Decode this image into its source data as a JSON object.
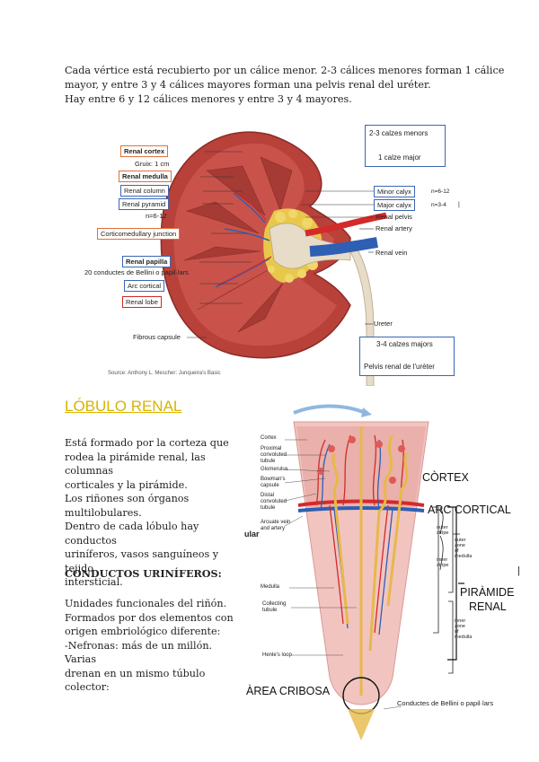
{
  "intro": {
    "line1": "Cada vértice está recubierto por un cálice menor. 2-3 cálices menores forman 1 cálice",
    "line2": "mayor, y entre 3 y 4 cálices mayores forman una pelvis renal del uréter.",
    "line3": "Hay entre 6 y 12 cálices menores y entre 3 y 4 mayores."
  },
  "kidney_figure": {
    "labels_left": {
      "renal_cortex": "Renal cortex",
      "gruix": "Gruix: 1 cm",
      "renal_medulla": "Renal medulla",
      "renal_column": "Renal column",
      "renal_pyramid": "Renal pyramid",
      "n_pyramid": "n=6-12",
      "corticomedullary": "Corticomedullary junction",
      "renal_papilla": "Renal papilla",
      "conductes": "20 conductes de Bellini o papil·lars",
      "arc_cortical": "Arc cortical",
      "renal_lobe": "Renal lobe",
      "fibrous_capsule": "Fibrous capsule"
    },
    "labels_right": {
      "calzes_menors": "2-3 calzes menors",
      "calze_major": "1 calze major",
      "minor_calyx": "Minor calyx",
      "n_minor": "n=6-12",
      "major_calyx": "Major calyx",
      "n_major": "n=3-4",
      "renal_pelvis": "Renal pelvis",
      "renal_artery": "Renal artery",
      "renal_vein": "Renal vein",
      "ureter": "Ureter",
      "calzes_majors": "3-4 calzes majors",
      "pelvis_renal": "Pelvis renal de l'urèter"
    },
    "source": "Source: Anthony L. Mescher: Junqueira's Basic"
  },
  "lobulo": {
    "heading": "LÓBULO RENAL",
    "p1": [
      "Está formado por la corteza que",
      "rodea la pirámide renal, las columnas",
      "corticales y la pirámide.",
      "Los riñones son órganos",
      "multilobulares.",
      "Dentro de cada lóbulo hay conductos",
      "uriníferos, vasos sanguíneos y tejido",
      "intersticial."
    ],
    "subheading": "CONDUCTOS URINÍFEROS:",
    "p2": [
      "Unidades funcionales del riñón.",
      "Formados por dos elementos con",
      "origen embriológico diferente:",
      "-Nefronas: más de un millón. Varias",
      "drenan en un mismo túbulo colector:"
    ]
  },
  "lobule_figure": {
    "small_labels": {
      "cortex": "Cortex",
      "proximal": "Proximal convoluted tubule",
      "glomerulus": "Glomerulus",
      "bowman": "Bowman's capsule",
      "distal": "Distal convoluted tubule",
      "arcuate": "Arcuate vein and artery",
      "medulla": "Medulla",
      "collecting": "Collecting tubule",
      "henle": "Henle's loop",
      "outer_stripe": "outer stripe",
      "inner_stripe": "inner stripe",
      "outer_zone": "outer zone of medulla",
      "inner_zone": "inner zone of medulla",
      "cut_ular": "ular"
    },
    "big_labels": {
      "cortex": "CÒRTEX",
      "arc_cortical": "ARC CORTICAL",
      "piramide_1": "PIRÀMIDE",
      "piramide_2": "RENAL",
      "area_cribosa": "ÀREA CRIBOSA",
      "conductes": "Conductes de Bellini o papil·lars"
    }
  },
  "colors": {
    "heading_yellow": "#d8b400",
    "kidney_red": "#b8413a",
    "cortex_red": "#c9534b",
    "artery_red": "#d32a2a",
    "vein_blue": "#2f5fb3",
    "fat_yellow": "#e8c84a"
  }
}
